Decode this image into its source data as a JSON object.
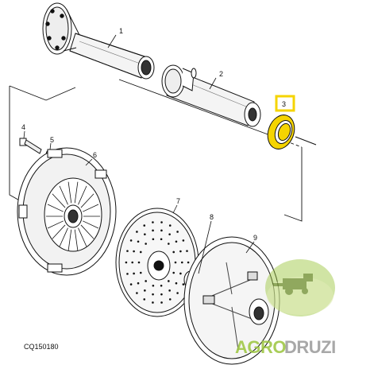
{
  "figure_code": "CQ150180",
  "callouts": {
    "c1": "1",
    "c2": "2",
    "c3": "3",
    "c4": "4",
    "c5": "5",
    "c6": "6",
    "c7": "7",
    "c8": "8",
    "c9": "9"
  },
  "highlighted_part": "3",
  "colors": {
    "line": "#111111",
    "highlight": "#f5d400",
    "watermark_green": "#9bc53d",
    "watermark_grey": "#9a9a9a"
  },
  "watermark": {
    "part_a": "AGRO",
    "part_b": "DRUZI"
  }
}
